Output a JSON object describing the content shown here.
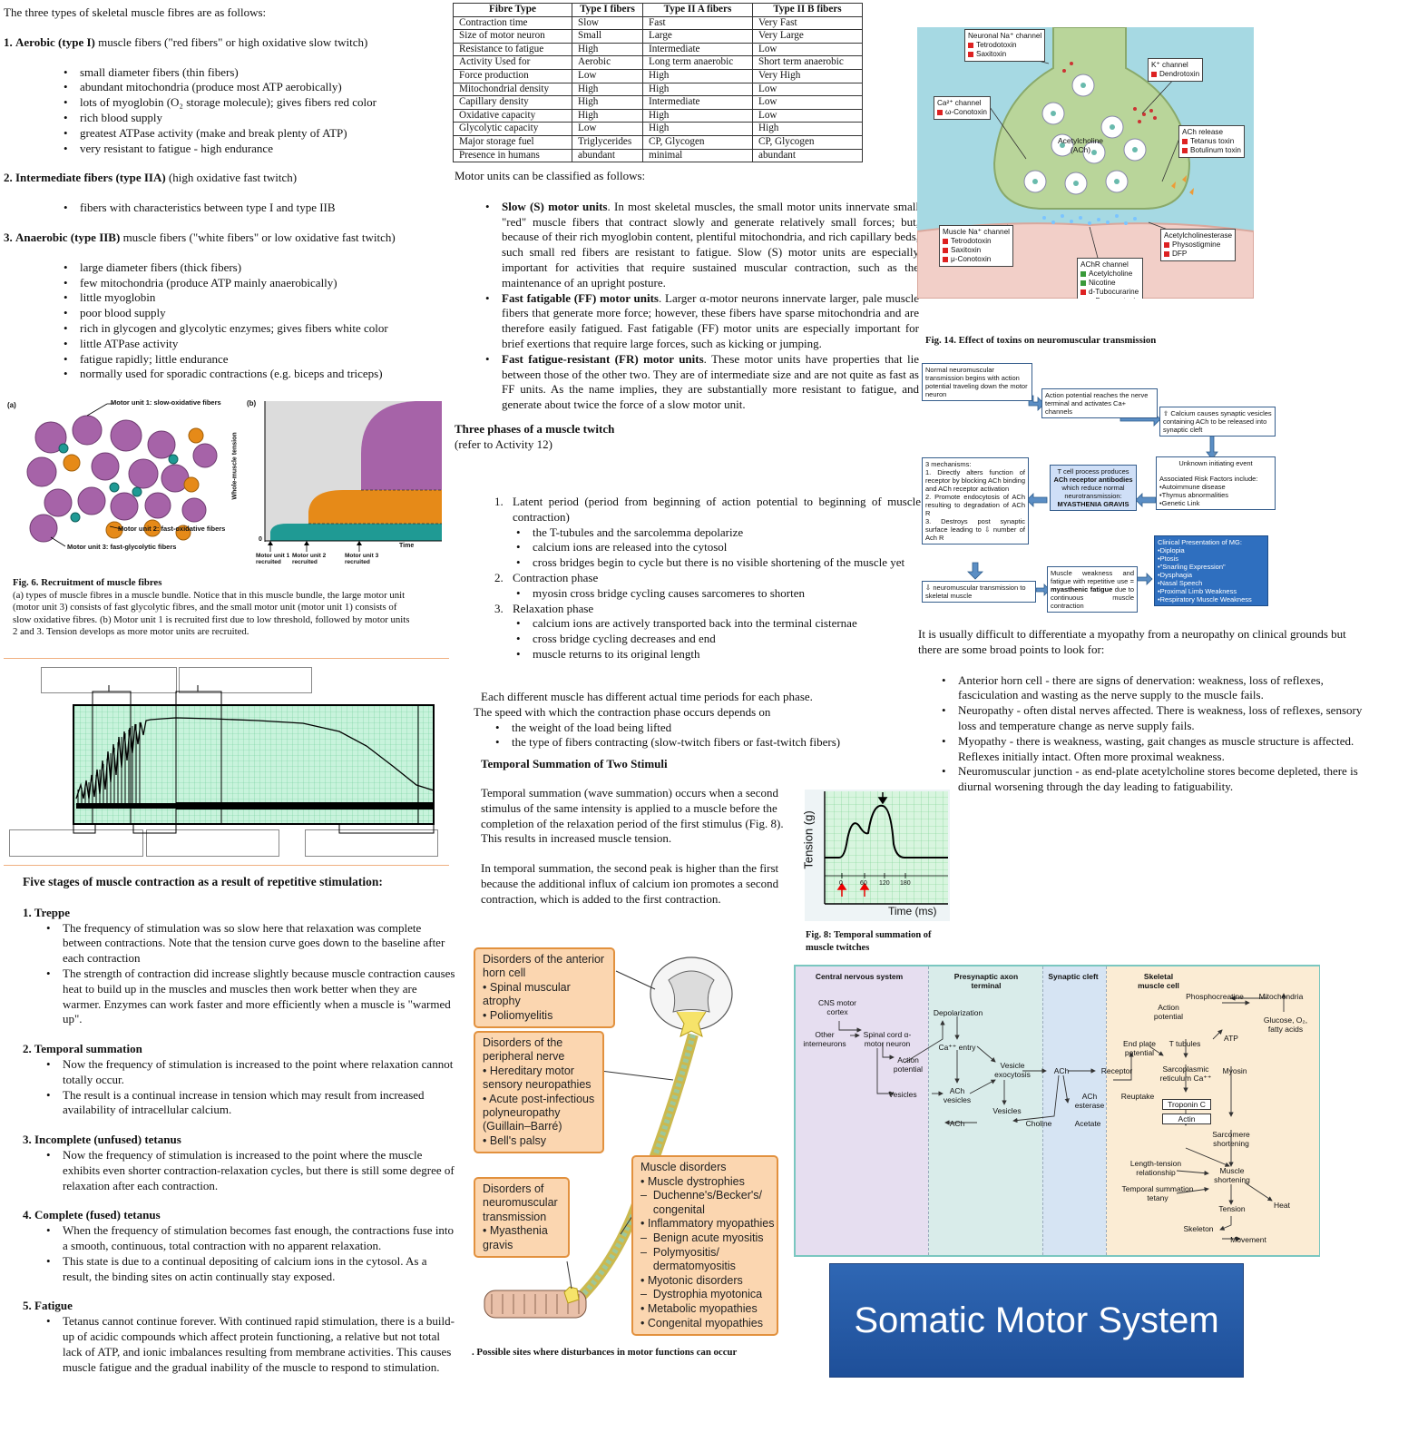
{
  "left_col": {
    "intro": "The three types of skeletal muscle fibres are as follows:",
    "type1": {
      "num": "1.",
      "head": "Aerobic (type I)",
      "rest": " muscle fibers (\"red fibers\" or high oxidative slow twitch)",
      "items": [
        "small diameter fibers (thin fibers)",
        "abundant mitochondria (produce most ATP aerobically)",
        "lots of myoglobin (O₂ storage molecule); gives fibers red color",
        "rich blood supply",
        "greatest ATPase activity (make and break plenty of ATP)",
        "very resistant to fatigue - high endurance"
      ]
    },
    "type2a": {
      "num": "2.",
      "head": "Intermediate fibers (type IIA)",
      "rest": " (high oxidative fast twitch)",
      "items": [
        "fibers with characteristics between type I and type IIB"
      ]
    },
    "type2b": {
      "num": "3.",
      "head": "Anaerobic (type IIB)",
      "rest": " muscle fibers (\"white fibers\" or low oxidative fast twitch)",
      "items": [
        "large diameter fibers (thick fibers)",
        "few mitochondria (produce ATP mainly anaerobically)",
        "little myoglobin",
        "poor blood supply",
        "rich in glycogen and glycolytic enzymes; gives fibers white color",
        "little ATPase activity",
        "fatigue rapidly; little endurance",
        "normally used for sporadic contractions (e.g. biceps and triceps)"
      ]
    },
    "fig6": {
      "a": "(a)",
      "b": "(b)",
      "mu1": "Motor unit 1: slow-oxidative fibers",
      "mu2": "Motor unit 2: fast-oxidative fibers",
      "mu3": "Motor unit 3: fast-glycolytic fibers",
      "ylabel": "Whole-muscle tension",
      "xlabel": "Time",
      "zero": "0",
      "r1": "Motor unit 1 recruited",
      "r2": "Motor unit 2 recruited",
      "r3": "Motor unit 3 recruited",
      "caption_title": "Fig. 6.  Recruitment of muscle fibres",
      "caption": "(a) types of muscle fibres in a muscle bundle.  Notice that in this muscle bundle, the large motor unit (motor unit 3) consists of fast glycolytic fibres, and the small motor unit (motor unit 1) consists of slow oxidative fibres. (b) Motor unit 1 is recruited first due to low threshold, followed by motor units 2 and 3.  Tension develops as more motor units are recruited."
    },
    "five_stages_title": "Five stages of muscle contraction as a result of repetitive stimulation:",
    "stages": [
      {
        "num": "1.",
        "head": "Treppe",
        "items": [
          "The frequency of stimulation was so slow here that relaxation was complete between contractions.  Note that the tension curve goes down to the baseline after each contraction",
          "The strength of contraction did increase slightly because muscle contraction causes heat to build up in the muscles and muscles then work better when they are warmer. Enzymes can work faster and more efficiently when a muscle is \"warmed up\"."
        ]
      },
      {
        "num": "2.",
        "head": "Temporal summation",
        "items": [
          "Now the frequency of stimulation is increased to the point where relaxation cannot totally occur.",
          "The result is a continual increase in tension which may result from increased availability of intracellular calcium."
        ]
      },
      {
        "num": "3.",
        "head": "Incomplete (unfused) tetanus",
        "items": [
          "Now the frequency of stimulation is increased to the point where the muscle exhibits even shorter contraction-relaxation cycles, but there is still some degree of relaxation after each contraction."
        ]
      },
      {
        "num": "4.",
        "head": "Complete (fused) tetanus",
        "items": [
          "When the frequency of stimulation becomes fast enough, the contractions fuse into a smooth, continuous, total contraction with no apparent relaxation.",
          "This state is due to a continual depositing of calcium ions in the cytosol.  As a result, the binding sites on actin continually stay exposed."
        ]
      },
      {
        "num": "5.",
        "head": "Fatigue",
        "items": [
          "Tetanus cannot continue forever.  With continued rapid stimulation, there is a build-up of acidic compounds which affect protein functioning, a relative but not total lack of ATP, and ionic imbalances resulting from membrane activities.  This causes muscle fatigue and the gradual inability of the muscle to respond to stimulation."
        ]
      }
    ]
  },
  "fibre_table": {
    "headers": [
      "Fibre Type",
      "Type I fibers",
      "Type II A fibers",
      "Type II B fibers"
    ],
    "rows": [
      [
        "Contraction time",
        "Slow",
        "Fast",
        "Very Fast"
      ],
      [
        "Size of motor neuron",
        "Small",
        "Large",
        "Very Large"
      ],
      [
        "Resistance to fatigue",
        "High",
        "Intermediate",
        "Low"
      ],
      [
        "Activity Used for",
        "Aerobic",
        "Long term anaerobic",
        "Short term anaerobic"
      ],
      [
        "Force production",
        "Low",
        "High",
        "Very High"
      ],
      [
        "Mitochondrial density",
        "High",
        "High",
        "Low"
      ],
      [
        "Capillary density",
        "High",
        "Intermediate",
        "Low"
      ],
      [
        "Oxidative capacity",
        "High",
        "High",
        "Low"
      ],
      [
        "Glycolytic capacity",
        "Low",
        "High",
        "High"
      ],
      [
        "Major storage fuel",
        "Triglycerides",
        "CP, Glycogen",
        "CP, Glycogen"
      ],
      [
        "Presence in humans",
        "abundant",
        "minimal",
        "abundant"
      ]
    ]
  },
  "mid_col": {
    "motor_units_intro": "Motor units can be classified as follows:",
    "motor_units": [
      {
        "head": "Slow (S) motor units",
        "text": ".  In most skeletal muscles, the small motor units innervate small \"red\" muscle fibers that contract slowly and generate relatively small forces; but, because of their rich myoglobin content, plentiful mitochondria, and rich capillary beds, such small red fibers are resistant to fatigue.  Slow (S) motor units are especially important for activities that require sustained muscular contraction, such as the maintenance of an upright posture."
      },
      {
        "head": "Fast fatigable (FF) motor units",
        "text": ".  Larger α-motor neurons innervate larger, pale muscle fibers that generate more force; however, these fibers have sparse mitochondria and are therefore easily fatigued.  Fast fatigable (FF) motor units are especially important for brief exertions that require large forces, such as kicking or jumping."
      },
      {
        "head": "Fast fatigue-resistant (FR) motor units",
        "text": ".  These motor units have properties that lie between those of the other two.  They are of intermediate size and are not quite as fast as FF units.  As the name implies, they are substantially more resistant to fatigue, and generate about twice the force of a slow motor unit."
      }
    ],
    "phases_title": "Three phases of a muscle twitch",
    "phases_sub": "(refer to Activity 12)",
    "phases": [
      {
        "num": "1.",
        "head": "Latent period (period from beginning of action potential to beginning of muscle contraction)",
        "items": [
          "the T-tubules and the sarcolemma depolarize",
          "calcium ions are released into the cytosol",
          "cross bridges begin to cycle but there is no visible shortening of the muscle yet"
        ]
      },
      {
        "num": "2.",
        "head": "Contraction phase",
        "items": [
          "myosin cross bridge cycling causes sarcomeres to shorten"
        ]
      },
      {
        "num": "3.",
        "head": "Relaxation phase",
        "items": [
          "calcium ions are actively transported back into the terminal cisternae",
          "cross bridge cycling decreases and end",
          "muscle returns to its original length"
        ]
      }
    ],
    "each_muscle": "Each different muscle has different actual time periods for each phase.",
    "speed": "The speed with which the contraction phase occurs depends on",
    "speed_items": [
      "the weight of the load being lifted",
      "the type of fibers contracting (slow-twitch fibers or fast-twitch fibers)"
    ],
    "temporal_title": "Temporal Summation of Two Stimuli",
    "temporal_p1": "Temporal summation (wave summation) occurs when a second stimulus of the same intensity is applied to a muscle before the completion of the relaxation period of the first stimulus (Fig. 8).  This results in increased muscle tension.",
    "temporal_p2": "In temporal summation, the second peak is higher than the first because the additional influx of calcium ion promotes a second contraction, which is added to the first contraction.",
    "fig8": {
      "ylabel": "Tension (g)",
      "xlabel": "Time (ms)",
      "ticks": [
        "0",
        "60",
        "120",
        "180"
      ],
      "caption": "Fig. 8:  Temporal summation of muscle twitches"
    },
    "disorders": {
      "anterior": {
        "title": "Disorders of the anterior horn cell",
        "items": [
          "Spinal muscular atrophy",
          "Poliomyelitis"
        ]
      },
      "peripheral": {
        "title": "Disorders of the peripheral nerve",
        "items": [
          "Hereditary motor sensory neuropathies",
          "Acute post-infectious polyneuropathy (Guillain–Barré)",
          "Bell's palsy"
        ]
      },
      "nmj": {
        "title": "Disorders of neuromuscular transmission",
        "items": [
          "Myasthenia gravis"
        ]
      },
      "muscle": {
        "title": "Muscle disorders",
        "lines": [
          "• Muscle dystrophies",
          "–  Duchenne's/Becker's/",
          "    congenital",
          "• Inflammatory myopathies",
          "–  Benign acute myositis",
          "–  Polymyositis/",
          "    dermatomyositis",
          "• Myotonic disorders",
          "–  Dystrophia myotonica",
          "• Metabolic myopathies",
          "• Congenital myopathies"
        ]
      },
      "caption": ".  Possible sites where disturbances in motor functions can occur"
    }
  },
  "right_col": {
    "fig14": {
      "caption": "Fig. 14.  Effect of toxins on neuromuscular transmission",
      "ach": "Acetylcholine (ACh)",
      "boxes": [
        {
          "title": "Neuronal Na⁺ channel",
          "items": [
            [
              "-",
              "Tetrodotoxin"
            ],
            [
              "-",
              "Saxitoxin"
            ]
          ]
        },
        {
          "title": "K⁺ channel",
          "items": [
            [
              "-",
              "Dendrotoxin"
            ]
          ]
        },
        {
          "title": "Ca²⁺ channel",
          "items": [
            [
              "-",
              "ω-Conotoxin"
            ]
          ]
        },
        {
          "title": "ACh release",
          "items": [
            [
              "-",
              "Tetanus toxin"
            ],
            [
              "-",
              "Botulinum toxin"
            ]
          ]
        },
        {
          "title": "Muscle Na⁺ channel",
          "items": [
            [
              "-",
              "Tetrodotoxin"
            ],
            [
              "-",
              "Saxitoxin"
            ],
            [
              "-",
              "μ-Conotoxin"
            ]
          ]
        },
        {
          "title": "Acetylcholinesterase",
          "items": [
            [
              "-",
              "Physostigmine"
            ],
            [
              "-",
              "DFP"
            ]
          ]
        },
        {
          "title": "AChR channel",
          "items": [
            [
              "+",
              "Acetylcholine"
            ],
            [
              "+",
              "Nicotine"
            ],
            [
              "-",
              "d-Tubocurarine"
            ],
            [
              "-",
              "α-Bungarotoxin"
            ]
          ]
        }
      ]
    },
    "flow": {
      "b1": "Normal neuromuscular transmission begins with action potential traveling down the motor neuron",
      "b2": "Action potential reaches the nerve terminal and activates Ca+ channels",
      "b3": "⇧ Calcium causes synaptic vesicles containing ACh to be released into synaptic cleft",
      "b4_title": "Unknown initiating event",
      "b4_sub": "Associated Risk Factors include:",
      "b4_items": [
        "•Autoimmune disease",
        "•Thymus abnormalities",
        "•Genetic Link"
      ],
      "b5": "T cell process produces",
      "b5_bold": "ACh receptor antibodies",
      "b5_rest": "which reduce normal neurotransmission:",
      "b5_mg": "MYASTHENIA GRAVIS",
      "b6_title": "3 mechanisms:",
      "b6_items": [
        "1.  Directly alters function of receptor by blocking ACh binding and ACh receptor activation",
        "2.  Promote endocytosis of ACh resulting to degradation of ACh R",
        "3.  Destroys post synaptic surface leading to ⇩ number of Ach R"
      ],
      "b7": "⇩ neuromuscular transmission to skeletal muscle",
      "b8a": "Muscle weakness and fatigue with repetitive use = ",
      "b8b": "myasthenic fatigue",
      "b8c": " due to continuous muscle contraction",
      "b9_title": "Clinical Presentation of MG:",
      "b9_items": [
        "•Diplopia",
        "•Ptosis",
        "•\"Snarling Expression\"",
        "•Dysphagia",
        "•Nasal Speech",
        "•Proximal Limb Weakness",
        "•Respiratory Muscle Weakness"
      ]
    },
    "myo_intro": "It is usually difficult to differentiate a myopathy from a neuropathy on clinical grounds but there are some broad points to look for:",
    "myo_items": [
      "Anterior horn cell - there are signs of denervation: weakness, loss of reflexes, fasciculation and wasting as the nerve supply to the muscle fails.",
      "Neuropathy - often distal nerves affected. There is weakness, loss of reflexes, sensory loss and temperature change as nerve supply fails.",
      "Myopathy - there is weakness, wasting, gait changes as muscle structure is affected. Reflexes initially intact. Often more proximal weakness.",
      "Neuromuscular junction - as end-plate acetylcholine stores become depleted, there is diurnal worsening through the day leading to fatiguability."
    ],
    "concept": {
      "cols": [
        "Central nervous system",
        "Presynaptic axon terminal",
        "Synaptic cleft",
        "Skeletal muscle cell"
      ],
      "nodes": {
        "cns_motor": "CNS motor cortex",
        "other": "Other interneurons",
        "spinal": "Spinal cord α-motor neuron",
        "ap": "Action potential",
        "vesicles1": "Vesicles",
        "depol": "Depolarization",
        "ca": "Ca⁺⁺ entry",
        "achves": "ACh vesicles",
        "ach1": "ACh",
        "vexo": "Vesicle exocytosis",
        "vesicles2": "Vesicles",
        "ach2": "ACh",
        "achest": "ACh esterase",
        "choline": "Choline",
        "acetate": "Acetate",
        "receptor": "Receptor",
        "phospho": "Phosphocreatine",
        "mito": "Mitochondria",
        "glucose": "Glucose, O₂, fatty acids",
        "ap2": "Action potential",
        "endplate": "End plate potential",
        "ttub": "T tubules",
        "atp": "ATP",
        "sr": "Sarcoplasmic reticulum Ca⁺⁺",
        "myosin": "Myosin",
        "reuptake": "Reuptake",
        "troponin": "Troponin C",
        "actin": "Actin",
        "sarc": "Sarcomere shortening",
        "lt": "Length-tension relationship",
        "ts": "Temporal summation tetany",
        "ms": "Muscle shortening",
        "heat": "Heat",
        "tension": "Tension",
        "skeleton": "Skeleton",
        "movement": "Movement"
      }
    },
    "banner": "Somatic Motor System"
  }
}
